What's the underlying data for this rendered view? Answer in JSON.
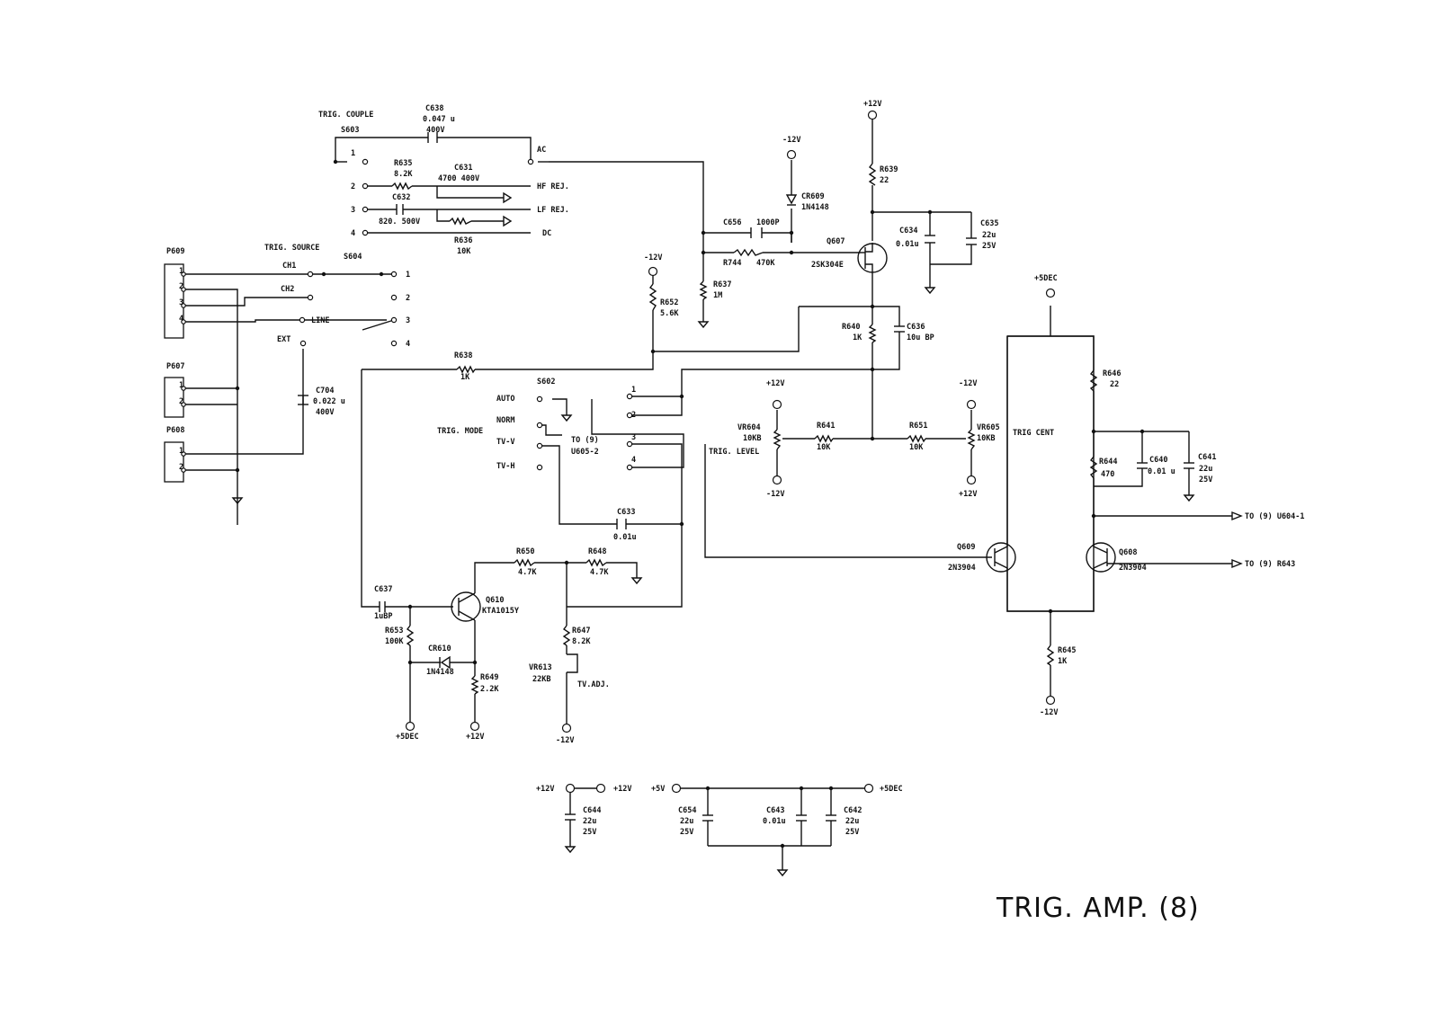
{
  "title": "TRIG. AMP. (8)",
  "labels": {
    "trig_couple": "TRIG. COUPLE",
    "s603": "S603",
    "c638_name": "C638",
    "c638_val": "0.047 u",
    "c638_v": "400V",
    "ac": "AC",
    "r635_name": "R635",
    "r635_val": "8.2K",
    "c631_name": "C631",
    "c631_val": "4700 400V",
    "hf_rej": "HF REJ.",
    "c632_name": "C632",
    "c632_val": "820. 500V",
    "lf_rej": "LF REJ.",
    "r636_name": "R636",
    "r636_val": "10K",
    "dc": "DC",
    "trig_source": "TRIG. SOURCE",
    "s604": "S604",
    "p609": "P609",
    "p607": "P607",
    "p608": "P608",
    "ch1": "CH1",
    "ch2": "CH2",
    "line": "LINE",
    "ext": "EXT",
    "c704_name": "C704",
    "c704_val": "0.022 u",
    "c704_v": "400V",
    "r638_name": "R638",
    "r638_val": "1K",
    "r652_name": "R652",
    "r652_val": "5.6K",
    "m12v": "-12V",
    "p12v": "+12V",
    "p5dec": "+5DEC",
    "p5v": "+5V",
    "c656_name": "C656",
    "c656_val": "1000P",
    "r744_name": "R744",
    "r744_val": "470K",
    "r637_name": "R637",
    "r637_val": "1M",
    "cr609_name": "CR609",
    "cr609_val": "1N4148",
    "q607_name": "Q607",
    "q607_val": "2SK304E",
    "r639_name": "R639",
    "r639_val": "22",
    "c634_name": "C634",
    "c634_val": "0.01u",
    "c635_name": "C635",
    "c635_val": "22u",
    "c635_v": "25V",
    "r640_name": "R640",
    "r640_val": "1K",
    "c636_name": "C636",
    "c636_val": "10u BP",
    "s602": "S602",
    "auto": "AUTO",
    "norm": "NORM",
    "tvv": "TV-V",
    "tvh": "TV-H",
    "trig_mode": "TRIG. MODE",
    "to9": "TO (9)",
    "u605": "U605-2",
    "vr604_name": "VR604",
    "vr604_val": "10KB",
    "trig_level": "TRIG. LEVEL",
    "r641_name": "R641",
    "r641_val": "10K",
    "r651_name": "R651",
    "r651_val": "10K",
    "vr605_name": "VR605",
    "vr605_val": "10KB",
    "trig_cent": "TRIG CENT",
    "r646_name": "R646",
    "r646_val": "22",
    "r644_name": "R644",
    "r644_val": "470",
    "c640_name": "C640",
    "c640_val": "0.01 u",
    "c641_name": "C641",
    "c641_val": "22u",
    "c641_v": "25V",
    "to_u604": "TO (9) U604-1",
    "to_r643": "TO (9) R643",
    "q609_name": "Q609",
    "q609_val": "2N3904",
    "q608_name": "Q608",
    "q608_val": "2N3904",
    "r645_name": "R645",
    "r645_val": "1K",
    "c633_name": "C633",
    "c633_val": "0.01u",
    "r650_name": "R650",
    "r650_val": "4.7K",
    "r648_name": "R648",
    "r648_val": "4.7K",
    "c637_name": "C637",
    "c637_val": "1uBP",
    "q610_name": "Q610",
    "q610_val": "KTA1015Y",
    "r653_name": "R653",
    "r653_val": "100K",
    "cr610_name": "CR610",
    "cr610_val": "1N4148",
    "r649_name": "R649",
    "r649_val": "2.2K",
    "r647_name": "R647",
    "r647_val": "8.2K",
    "vr613_name": "VR613",
    "vr613_val": "22KB",
    "tv_adj": "TV.ADJ.",
    "c644_name": "C644",
    "c644_val": "22u",
    "c644_v": "25V",
    "c654_name": "C654",
    "c654_val": "22u",
    "c654_v": "25V",
    "c643_name": "C643",
    "c643_val": "0.01u",
    "c642_name": "C642",
    "c642_val": "22u",
    "c642_v": "25V",
    "n1": "1",
    "n2": "2",
    "n3": "3",
    "n4": "4"
  }
}
